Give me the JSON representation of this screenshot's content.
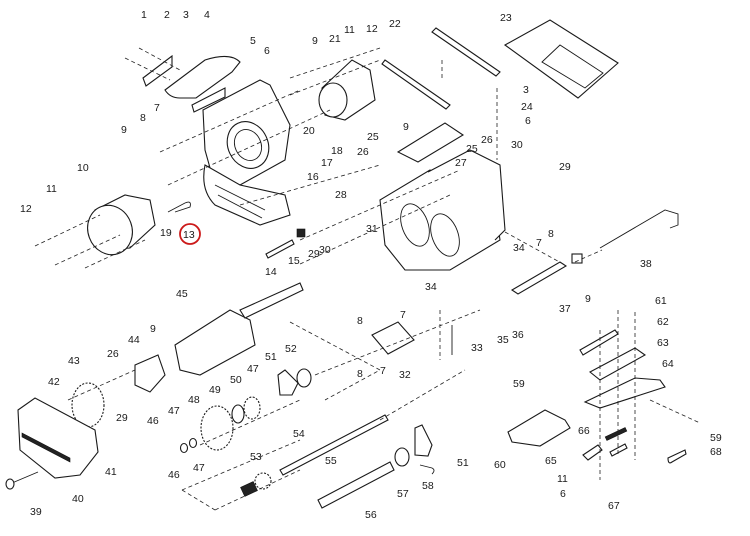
{
  "diagram": {
    "type": "exploded-parts-view",
    "highlighted_callout": "13",
    "highlight_color": "#cc1a1a",
    "line_color": "#1a1a1a",
    "callouts": [
      {
        "id": "c1",
        "label": "1"
      },
      {
        "id": "c2",
        "label": "2"
      },
      {
        "id": "c3a",
        "label": "3"
      },
      {
        "id": "c4",
        "label": "4"
      },
      {
        "id": "c5",
        "label": "5"
      },
      {
        "id": "c6a",
        "label": "6"
      },
      {
        "id": "c7a",
        "label": "7"
      },
      {
        "id": "c8a",
        "label": "8"
      },
      {
        "id": "c9a",
        "label": "9"
      },
      {
        "id": "c9b",
        "label": "9"
      },
      {
        "id": "c10",
        "label": "10"
      },
      {
        "id": "c11a",
        "label": "11"
      },
      {
        "id": "c12a",
        "label": "12"
      },
      {
        "id": "c11b",
        "label": "11"
      },
      {
        "id": "c12b",
        "label": "12"
      },
      {
        "id": "c13",
        "label": "13"
      },
      {
        "id": "c14",
        "label": "14"
      },
      {
        "id": "c15",
        "label": "15"
      },
      {
        "id": "c16",
        "label": "16"
      },
      {
        "id": "c17",
        "label": "17"
      },
      {
        "id": "c18",
        "label": "18"
      },
      {
        "id": "c19",
        "label": "19"
      },
      {
        "id": "c20",
        "label": "20"
      },
      {
        "id": "c21",
        "label": "21"
      },
      {
        "id": "c22",
        "label": "22"
      },
      {
        "id": "c23",
        "label": "23"
      },
      {
        "id": "c3b",
        "label": "3"
      },
      {
        "id": "c24",
        "label": "24"
      },
      {
        "id": "c6b",
        "label": "6"
      },
      {
        "id": "c9c",
        "label": "9"
      },
      {
        "id": "c25a",
        "label": "25"
      },
      {
        "id": "c26a",
        "label": "26"
      },
      {
        "id": "c25b",
        "label": "25"
      },
      {
        "id": "c26b",
        "label": "26"
      },
      {
        "id": "c27",
        "label": "27"
      },
      {
        "id": "c28",
        "label": "28"
      },
      {
        "id": "c30a",
        "label": "30"
      },
      {
        "id": "c29a",
        "label": "29"
      },
      {
        "id": "c34a",
        "label": "34"
      },
      {
        "id": "c7b",
        "label": "7"
      },
      {
        "id": "c8b",
        "label": "8"
      },
      {
        "id": "c38",
        "label": "38"
      },
      {
        "id": "c30b",
        "label": "30"
      },
      {
        "id": "c29b",
        "label": "29"
      },
      {
        "id": "c31",
        "label": "31"
      },
      {
        "id": "c34b",
        "label": "34"
      },
      {
        "id": "c8c",
        "label": "8"
      },
      {
        "id": "c7c",
        "label": "7"
      },
      {
        "id": "c37",
        "label": "37"
      },
      {
        "id": "c35",
        "label": "35"
      },
      {
        "id": "c36",
        "label": "36"
      },
      {
        "id": "c33",
        "label": "33"
      },
      {
        "id": "c8d",
        "label": "8"
      },
      {
        "id": "c7d",
        "label": "7"
      },
      {
        "id": "c32",
        "label": "32"
      },
      {
        "id": "c45",
        "label": "45"
      },
      {
        "id": "c44",
        "label": "44"
      },
      {
        "id": "c9d",
        "label": "9"
      },
      {
        "id": "c26c",
        "label": "26"
      },
      {
        "id": "c43",
        "label": "43"
      },
      {
        "id": "c42",
        "label": "42"
      },
      {
        "id": "c29c",
        "label": "29"
      },
      {
        "id": "c41",
        "label": "41"
      },
      {
        "id": "c40",
        "label": "40"
      },
      {
        "id": "c39",
        "label": "39"
      },
      {
        "id": "c46a",
        "label": "46"
      },
      {
        "id": "c47a",
        "label": "47"
      },
      {
        "id": "c48",
        "label": "48"
      },
      {
        "id": "c49",
        "label": "49"
      },
      {
        "id": "c50",
        "label": "50"
      },
      {
        "id": "c47b",
        "label": "47"
      },
      {
        "id": "c51a",
        "label": "51"
      },
      {
        "id": "c52",
        "label": "52"
      },
      {
        "id": "c54",
        "label": "54"
      },
      {
        "id": "c55",
        "label": "55"
      },
      {
        "id": "c53",
        "label": "53"
      },
      {
        "id": "c46b",
        "label": "46"
      },
      {
        "id": "c47c",
        "label": "47"
      },
      {
        "id": "c56",
        "label": "56"
      },
      {
        "id": "c57",
        "label": "57"
      },
      {
        "id": "c58",
        "label": "58"
      },
      {
        "id": "c51b",
        "label": "51"
      },
      {
        "id": "c9e",
        "label": "9"
      },
      {
        "id": "c61",
        "label": "61"
      },
      {
        "id": "c62",
        "label": "62"
      },
      {
        "id": "c63",
        "label": "63"
      },
      {
        "id": "c64",
        "label": "64"
      },
      {
        "id": "c59a",
        "label": "59"
      },
      {
        "id": "c60",
        "label": "60"
      },
      {
        "id": "c66",
        "label": "66"
      },
      {
        "id": "c65",
        "label": "65"
      },
      {
        "id": "c11c",
        "label": "11"
      },
      {
        "id": "c6c",
        "label": "6"
      },
      {
        "id": "c67",
        "label": "67"
      },
      {
        "id": "c59b",
        "label": "59"
      },
      {
        "id": "c68",
        "label": "68"
      }
    ]
  }
}
